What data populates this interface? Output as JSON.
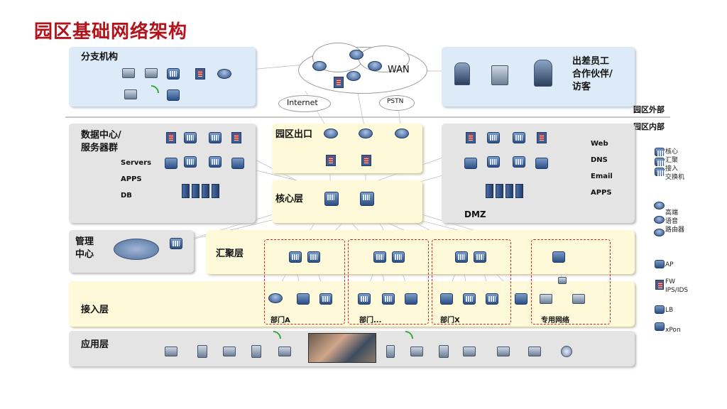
{
  "title": "园区基础网络架构",
  "clouds": {
    "wan": "WAN",
    "internet": "Internet",
    "pstn": "PSTN"
  },
  "branch": {
    "label": "分支机构"
  },
  "external_users": {
    "label_line1": "出差员工",
    "label_line2": "合作伙伴/",
    "label_line3": "访客"
  },
  "zones": {
    "outside": "园区外部",
    "inside": "园区内部"
  },
  "datacenter": {
    "label_line1": "数据中心/",
    "label_line2": "服务器群",
    "items": [
      "Servers",
      "APPS",
      "DB"
    ]
  },
  "egress": {
    "label": "园区出口"
  },
  "core": {
    "label": "核心层"
  },
  "dmz": {
    "label": "DMZ",
    "items": [
      "Web",
      "DNS",
      "Email",
      "APPS"
    ]
  },
  "management": {
    "label_line1": "管理",
    "label_line2": "中心"
  },
  "aggregation": {
    "label": "汇聚层"
  },
  "access": {
    "label": "接入层"
  },
  "departments": [
    "部门A",
    "部门...",
    "部门X",
    "专用网络"
  ],
  "application": {
    "label": "应用层"
  },
  "legend": [
    {
      "icon": "switch-icon",
      "lines": [
        "核心",
        "汇聚",
        "接入",
        "交换机"
      ]
    },
    {
      "icon": "router-icon",
      "lines": [
        "高端",
        "语音",
        "路由器"
      ]
    },
    {
      "icon": "ap-icon",
      "lines": [
        "AP"
      ]
    },
    {
      "icon": "firewall-icon",
      "lines": [
        "FW",
        "IPS/IDS"
      ]
    },
    {
      "icon": "lb-icon",
      "lines": [
        "LB"
      ]
    },
    {
      "icon": "xpon-icon",
      "lines": [
        "xPon"
      ]
    }
  ],
  "colors": {
    "title": "#b3141c",
    "blue_panel": "#dcebf7",
    "gray_panel": "#e4e4e4",
    "yellow_panel": "#fdf9d9",
    "dashed": "#d61f1f"
  }
}
